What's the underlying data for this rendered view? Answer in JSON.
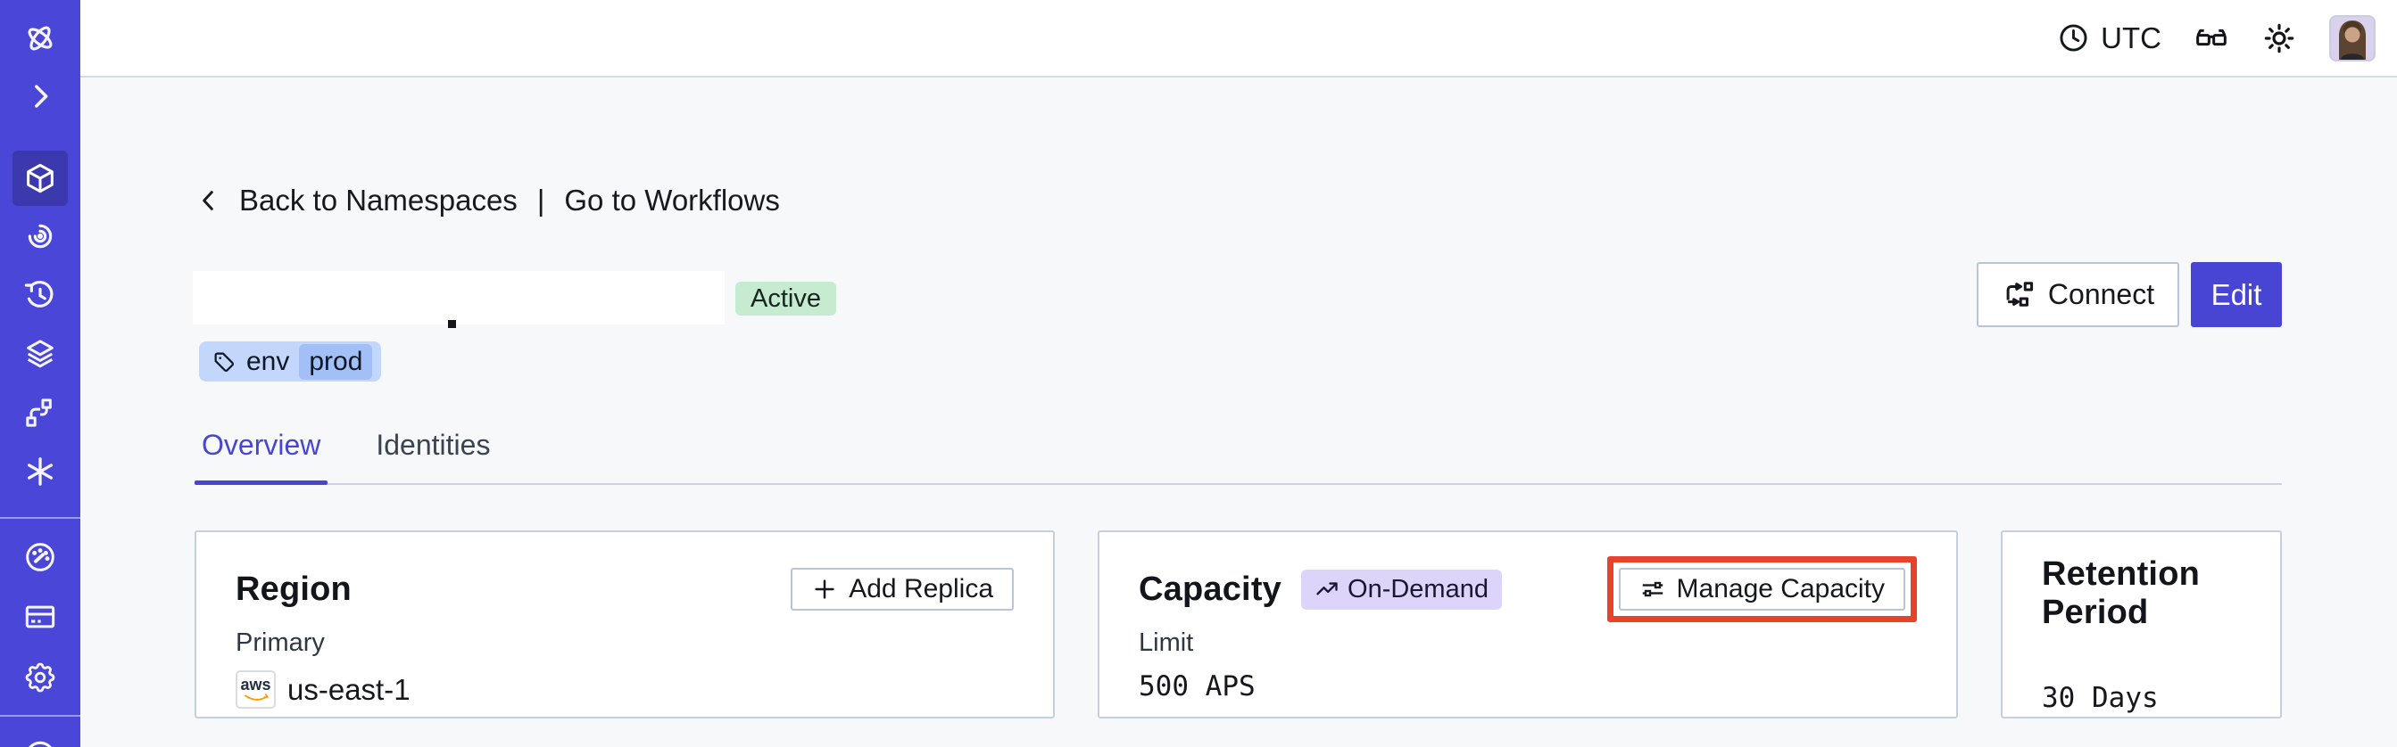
{
  "colors": {
    "accent": "#4845d4",
    "sidebar-bg": "#4a46d8",
    "sidebar-active": "#3c38ae",
    "page-bg": "#f7f8fa",
    "header-border": "#d5dae3",
    "card-border": "#c6cfdf",
    "button-border": "#b9c4d8",
    "badge-active-bg": "#c7ebd1",
    "tag-bg": "#c3d7fd",
    "tag-chip-bg": "#a3bff7",
    "ondemand-bg": "#ddd4fa",
    "highlight": "#e8432a",
    "aws-orange": "#ff9900"
  },
  "sidebar": {
    "items": [
      {
        "name": "temporal-logo-icon"
      },
      {
        "name": "expand-chevron-icon"
      },
      {
        "name": "namespaces-cube-icon",
        "active": true
      },
      {
        "name": "workflows-spiral-icon"
      },
      {
        "name": "schedules-clock-icon"
      },
      {
        "name": "deployments-layers-icon"
      },
      {
        "name": "nexus-branch-icon"
      },
      {
        "name": "batch-asterisk-icon"
      },
      {
        "name": "usage-gauge-icon"
      },
      {
        "name": "billing-card-icon"
      },
      {
        "name": "settings-gear-icon"
      },
      {
        "name": "bottom-partial-circle-icon"
      }
    ]
  },
  "header": {
    "timezone": "UTC",
    "icons": [
      "clock-icon",
      "glasses-icon",
      "sun-icon",
      "avatar"
    ]
  },
  "breadcrumb": {
    "back": "Back to Namespaces",
    "separator": "|",
    "forward": "Go to Workflows"
  },
  "namespace": {
    "status": "Active",
    "tag_key": "env",
    "tag_value": "prod",
    "connect_label": "Connect",
    "edit_label": "Edit"
  },
  "tabs": [
    {
      "label": "Overview",
      "active": true
    },
    {
      "label": "Identities",
      "active": false
    }
  ],
  "cards": {
    "region": {
      "title": "Region",
      "action_label": "Add Replica",
      "label": "Primary",
      "provider": "aws",
      "value": "us-east-1"
    },
    "capacity": {
      "title": "Capacity",
      "badge": "On-Demand",
      "action_label": "Manage Capacity",
      "label": "Limit",
      "value": "500 APS"
    },
    "retention": {
      "title": "Retention Period",
      "value": "30 Days"
    }
  }
}
